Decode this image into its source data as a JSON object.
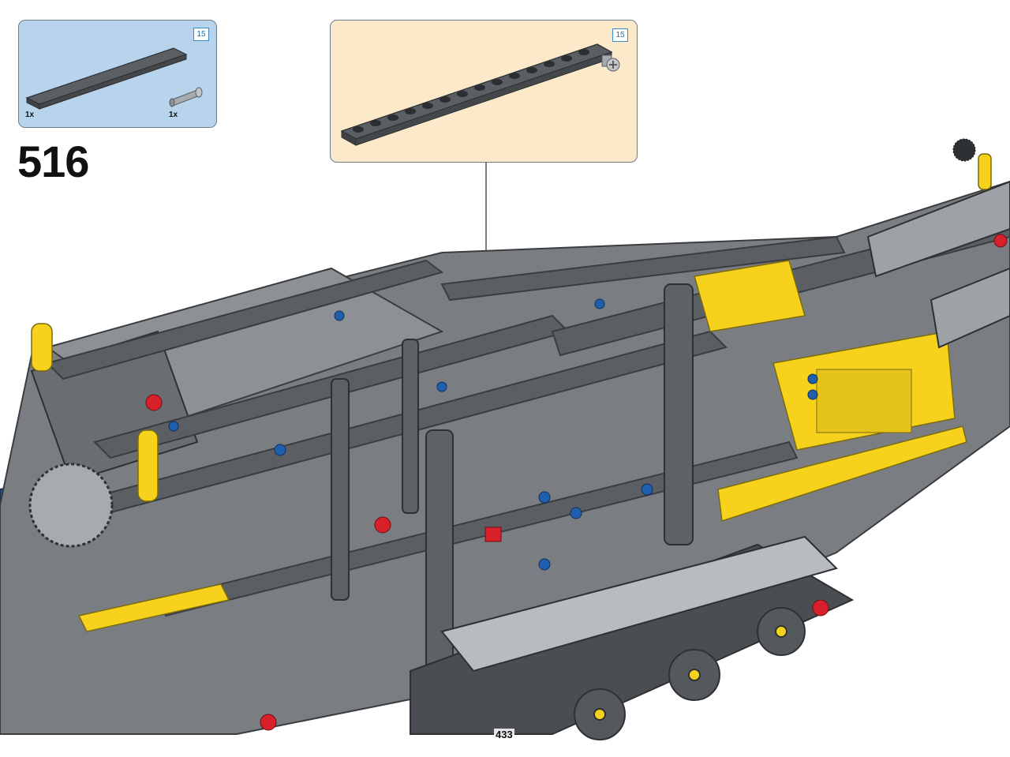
{
  "step": {
    "number": "516"
  },
  "page": {
    "number": "433"
  },
  "parts_list": {
    "items": [
      {
        "part": "beam-15-icon",
        "quantity": "1x",
        "length_badge": "15"
      },
      {
        "part": "axle-pin-icon",
        "quantity": "1x"
      }
    ]
  },
  "callout": {
    "length_badge": "15"
  },
  "colors": {
    "parts_panel": "#b8d4ec",
    "callout_panel": "#fbe9c9",
    "beam_gray": "#5b5f63",
    "highlight_yellow": "#f6d21c",
    "pin_blue": "#1f5fae",
    "pin_red": "#d8202a"
  }
}
